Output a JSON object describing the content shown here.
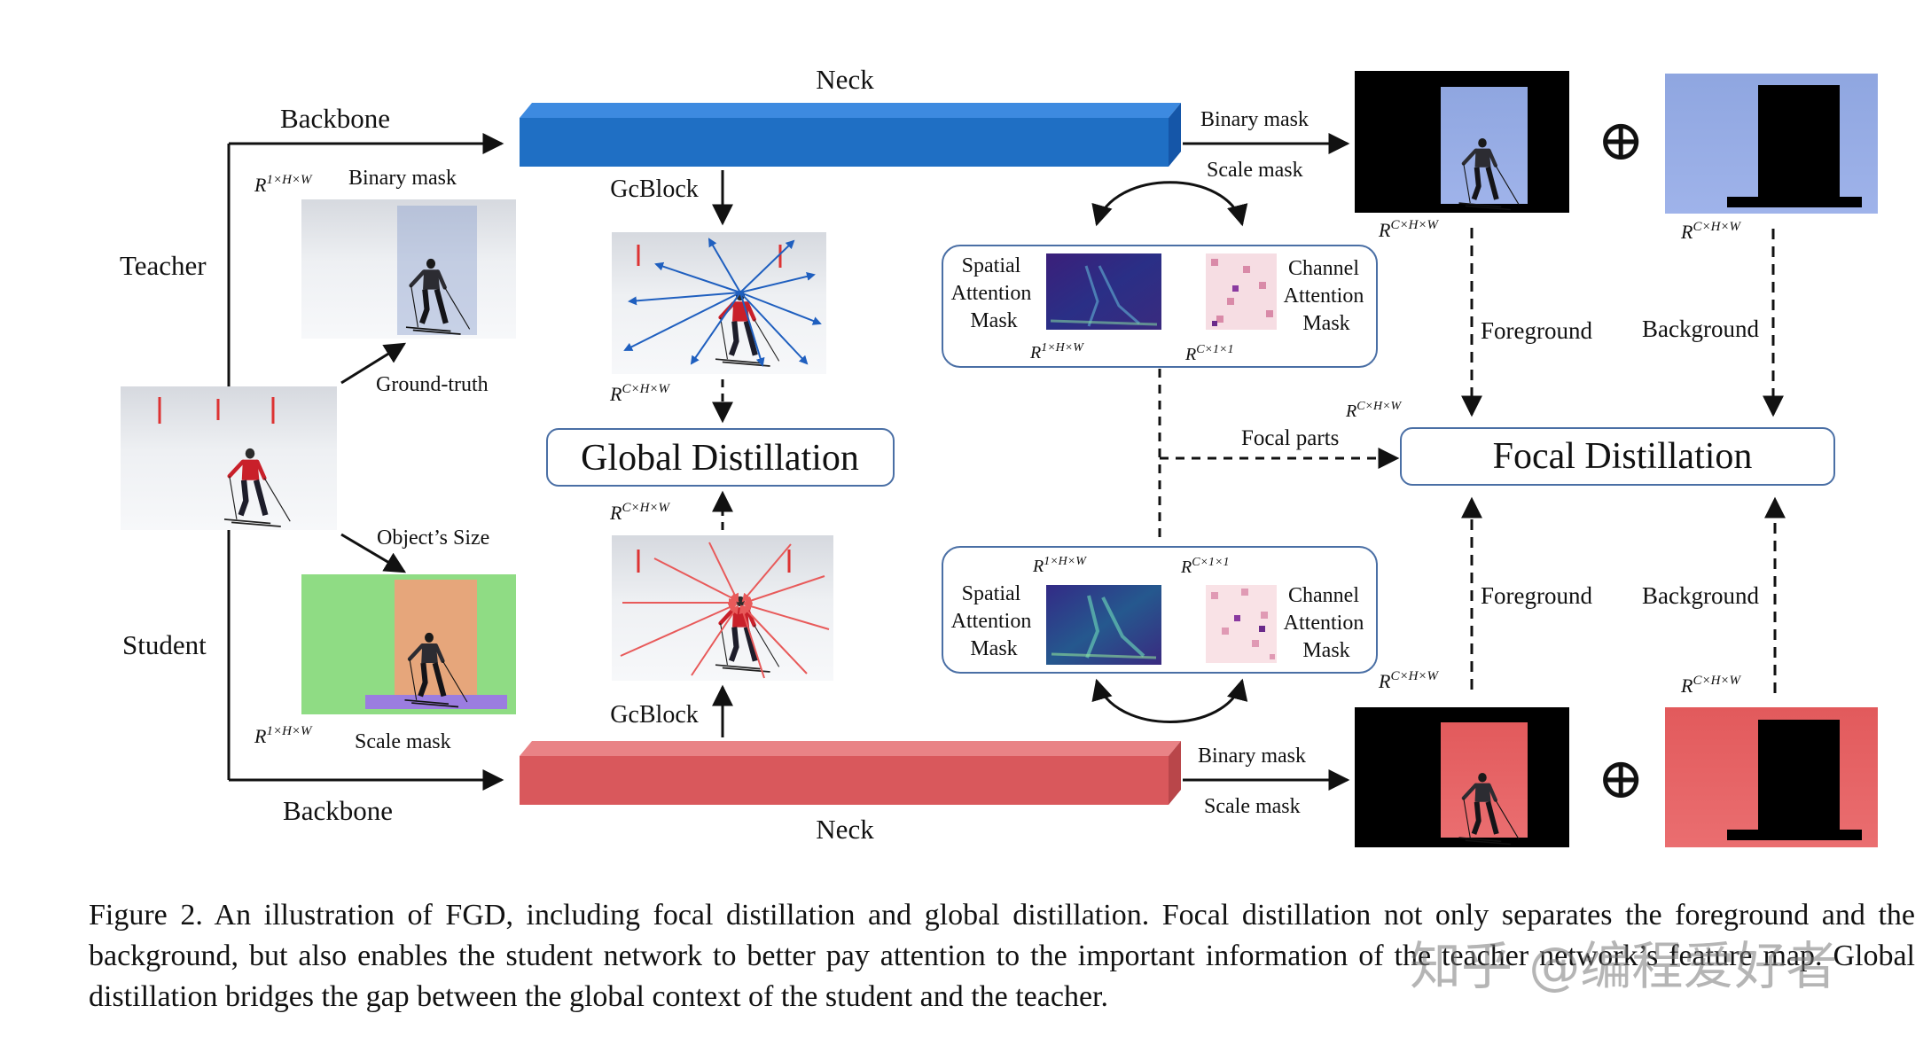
{
  "labels": {
    "backbone_top": "Backbone",
    "backbone_bottom": "Backbone",
    "neck_top": "Neck",
    "neck_bottom": "Neck",
    "teacher": "Teacher",
    "student": "Student",
    "gcblock_top": "GcBlock",
    "gcblock_bottom": "GcBlock",
    "binary_mask_left": "Binary mask",
    "scale_mask_left": "Scale mask",
    "ground_truth": "Ground-truth",
    "objects_size": "Object’s Size",
    "binary_mask_top": "Binary mask",
    "scale_mask_top": "Scale mask",
    "binary_mask_bottom": "Binary mask",
    "scale_mask_bottom": "Scale mask",
    "global_distillation": "Global Distillation",
    "focal_distillation": "Focal Distillation",
    "focal_parts": "Focal parts",
    "foreground_top": "Foreground",
    "background_top": "Background",
    "foreground_bottom": "Foreground",
    "background_bottom": "Background",
    "spatial_attention_mask": [
      "Spatial",
      "Attention",
      "Mask"
    ],
    "channel_attention_mask": [
      "Channel",
      "Attention",
      "Mask"
    ],
    "oplus": "⊕"
  },
  "math": {
    "r_1hw": "R",
    "sup_1hw": "1×H×W",
    "sup_chw": "C×H×W",
    "sup_c11": "C×1×1"
  },
  "caption": "Figure 2. An illustration of FGD, including focal distillation and global distillation. Focal distillation not only separates the foreground and the background, but also enables the student network to better pay attention to the important information of the teacher network’s feature map. Global distillation bridges the gap between the global context of the student and the teacher.",
  "watermark": "知乎 @编程爱好者",
  "colors": {
    "teacher_blue": "#1f6fc4",
    "student_red": "#d9585c",
    "attention_dark": "#2a1f6e",
    "attention_pink": "#f3c9d3"
  }
}
